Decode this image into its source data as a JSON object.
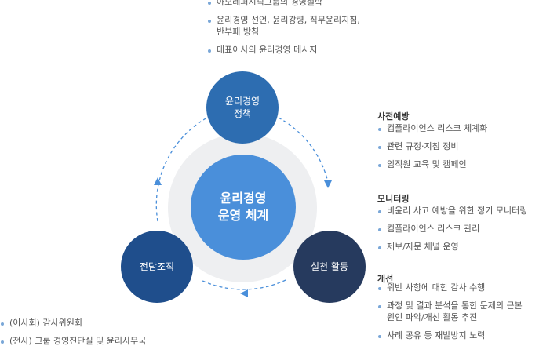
{
  "center": {
    "label": "윤리경영\n운영 체계"
  },
  "nodes": {
    "policy": {
      "label": "윤리경영\n정책",
      "color": "#2d6db1"
    },
    "organization": {
      "label": "전담조직",
      "color": "#1f4e8c"
    },
    "practice": {
      "label": "실천 활동",
      "color": "#263a5e"
    }
  },
  "policy_items": [
    "아모레퍼시픽그룹의 경영철학",
    "윤리경영 선언, 윤리강령, 직무윤리지침,\n반부패 방침",
    "대표이사의 윤리경영 메시지"
  ],
  "organization_items": [
    "(이사회) 감사위원회",
    "(전사) 그룹 경영진단실 및 윤리사무국"
  ],
  "practice_sections": [
    {
      "heading": "사전예방",
      "items": [
        "컴플라이언스 리스크 체계화",
        "관련 규정·지침 정비",
        "임직원 교육 및 캠페인"
      ]
    },
    {
      "heading": "모니터링",
      "items": [
        "비윤리 사고 예방을 위한 정기 모니터링",
        "컴플라이언스 리스크 관리",
        "제보/자문 채널 운영"
      ]
    },
    {
      "heading": "개선",
      "items": [
        "위반 사항에 대한 감사 수행",
        "과정 및 결과 분석을 통한 문제의 근본\n원인 파악/개선 활동 추진",
        "사례 공유 등 재발방지 노력"
      ]
    }
  ],
  "colors": {
    "accent": "#4a8fda",
    "dashed_ring": "#4a8fda",
    "halo": "#eeeff1"
  }
}
